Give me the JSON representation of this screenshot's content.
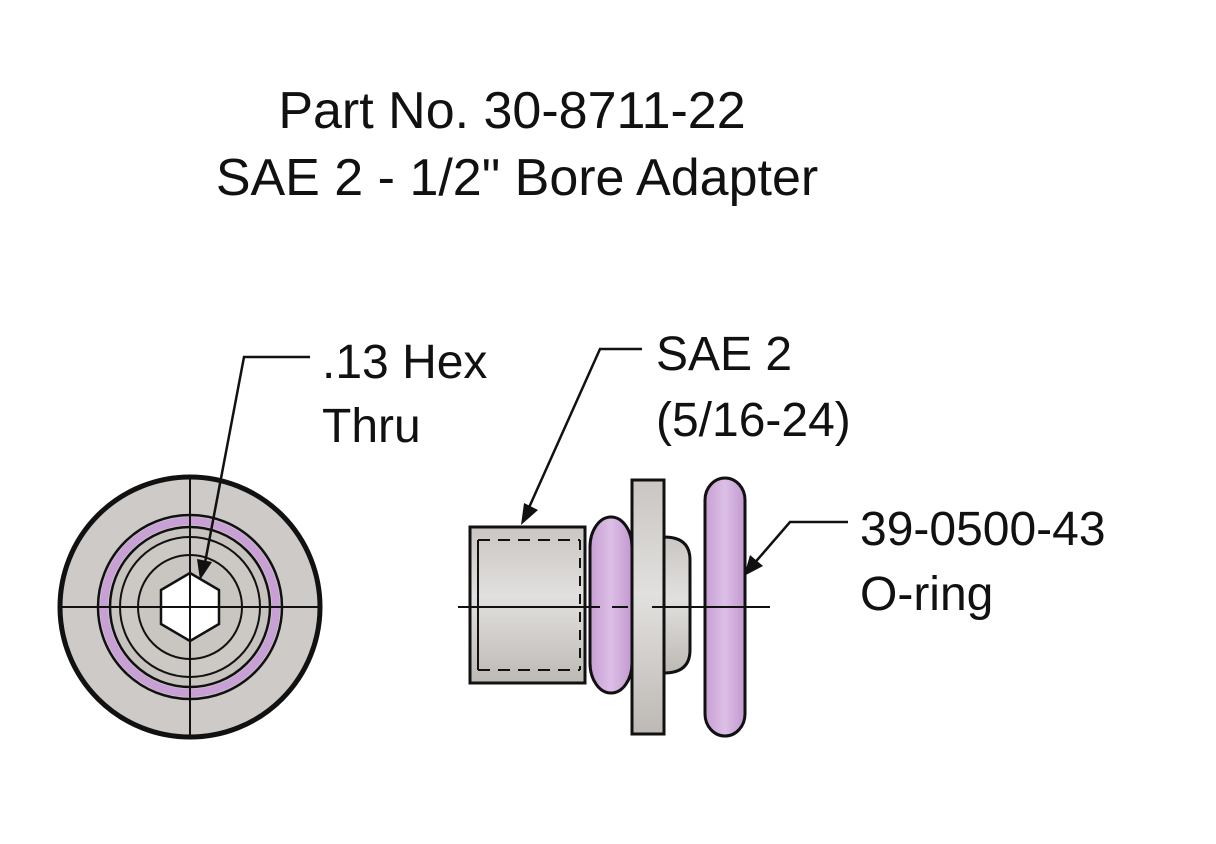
{
  "title": {
    "line1": "Part No. 30-8711-22",
    "line2": "SAE 2 - 1/2\" Bore Adapter"
  },
  "callouts": {
    "hex": {
      "line1": ".13 Hex",
      "line2": "Thru"
    },
    "thread": {
      "line1": "SAE 2",
      "line2": "(5/16-24)"
    },
    "oring": {
      "line1": "39-0500-43",
      "line2": "O-ring"
    }
  },
  "colors": {
    "body_metal": "#d3d0ce",
    "face_metal": "#c7c3bf",
    "oring": "#cfa7d9",
    "outline": "#111111",
    "hex_hole": "#ffffff"
  }
}
